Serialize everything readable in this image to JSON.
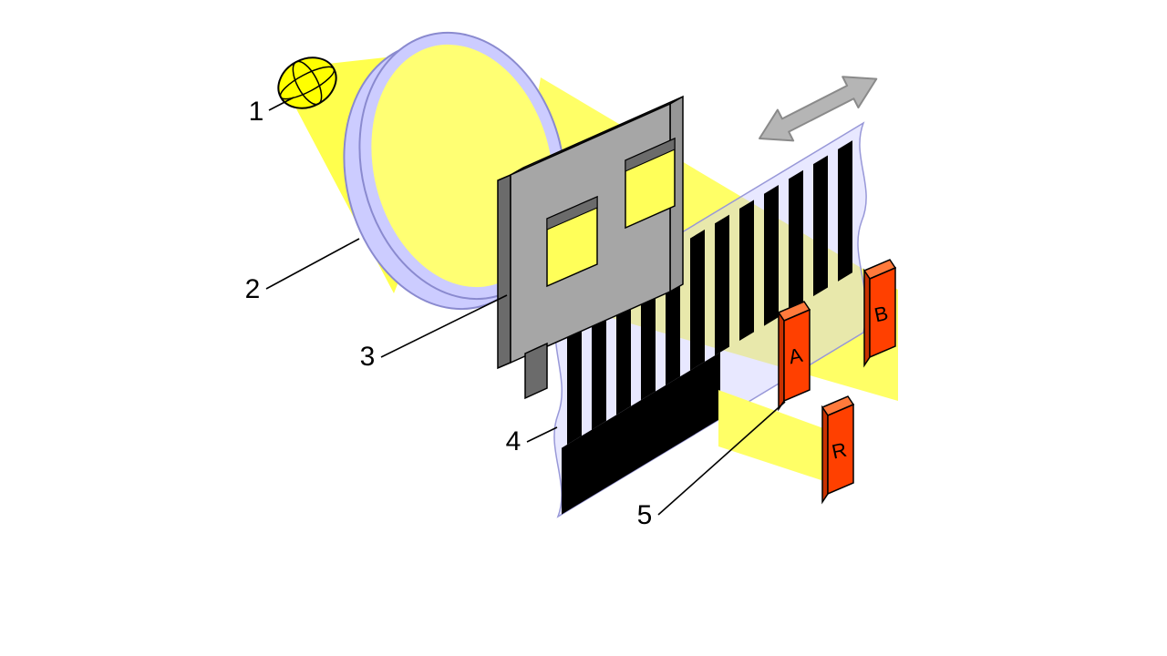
{
  "labels": {
    "n1": "1",
    "n2": "2",
    "n3": "3",
    "n4": "4",
    "n5": "5"
  },
  "sensors": {
    "a": "A",
    "b": "B",
    "r": "R"
  },
  "colors": {
    "background": "#FFFFFF",
    "bulb_yellow": "#FFFF00",
    "cone_yellow": "#FFFF4D",
    "beam_yellow": "#FFFF66",
    "window_yellow": "#FFFF59",
    "lens_core_yellow": "#FFFF73",
    "lens_lavender": "#CCCCFF",
    "lens_stroke": "#8A8ACF",
    "scale_lavender": "#CCCCFF",
    "scale_stroke": "#9898D8",
    "stripe_black": "#000000",
    "mask_front": "#A6A6A6",
    "mask_top": "#8C8C8C",
    "mask_side": "#6B6B6B",
    "mask_right": "#969696",
    "sensor_front": "#FF4000",
    "sensor_top": "#FF7A3C",
    "sensor_side": "#C83200",
    "arrow_fill": "#B5B5B5",
    "arrow_stroke": "#8A8A8A",
    "leader_black": "#000000"
  }
}
